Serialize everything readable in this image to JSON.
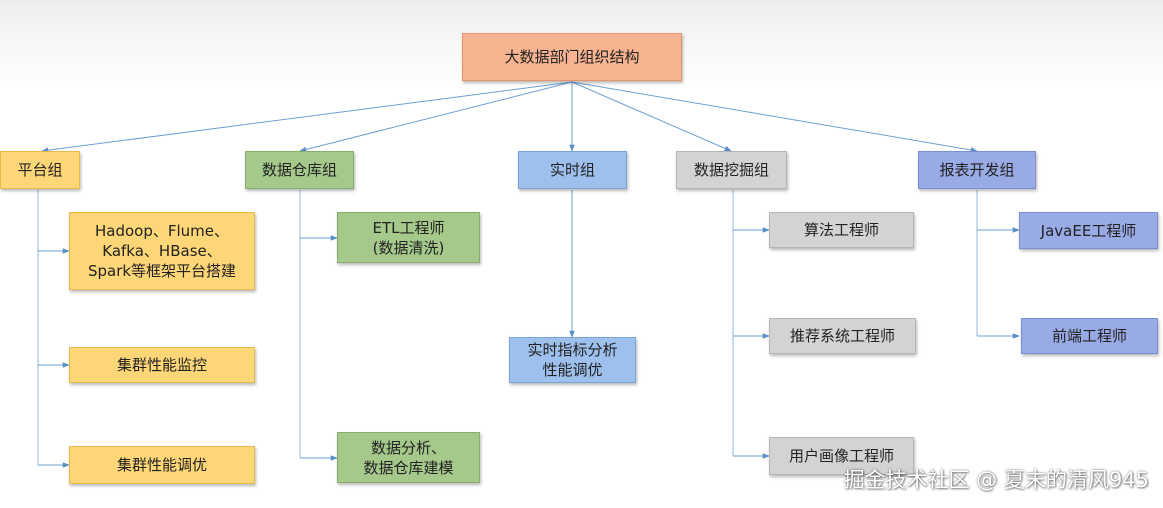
{
  "title": "大数据部门组织结构",
  "groups": [
    {
      "name": "平台组",
      "items": [
        "Hadoop、Flume、\nKafka、HBase、\nSpark等框架平台搭建",
        "集群性能监控",
        "集群性能调优"
      ]
    },
    {
      "name": "数据仓库组",
      "items": [
        "ETL工程师\n(数据清洗)",
        "数据分析、\n数据仓库建模"
      ]
    },
    {
      "name": "实时组",
      "items": [
        "实时指标分析\n性能调优"
      ]
    },
    {
      "name": "数据挖掘组",
      "items": [
        "算法工程师",
        "推荐系统工程师",
        "用户画像工程师"
      ]
    },
    {
      "name": "报表开发组",
      "items": [
        "JavaEE工程师",
        "前端工程师"
      ]
    }
  ],
  "watermark": "掘金技术社区 @ 夏末的清风945",
  "colors": {
    "root": "#f8b390",
    "platform": "#fdd677",
    "warehouse": "#a4c98b",
    "realtime": "#9dc0ec",
    "mining": "#d3d3d3",
    "report": "#98abe5",
    "connector": "#6f9fcf"
  }
}
